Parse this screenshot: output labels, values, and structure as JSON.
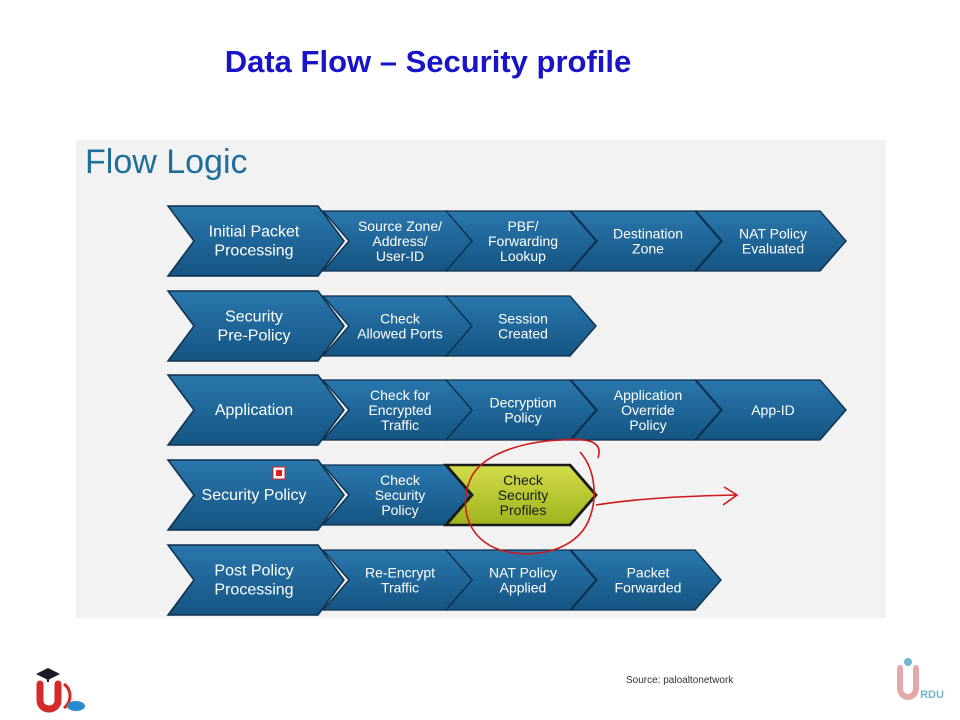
{
  "title": "Data Flow – Security profile",
  "heading": "Flow Logic",
  "source_note": "Source: paloaltonetwork",
  "colors": {
    "title": "#1a14c8",
    "heading": "#1d6f9a",
    "chevron": "#1a5a8c",
    "chevron_highlight": "#b5c92a",
    "annotation": "#d01818"
  },
  "rows": [
    {
      "head": [
        "Initial Packet",
        "Processing"
      ],
      "steps": [
        [
          "Source Zone/",
          "Address/",
          "User-ID"
        ],
        [
          "PBF/",
          "Forwarding",
          "Lookup"
        ],
        [
          "Destination",
          "Zone"
        ],
        [
          "NAT Policy",
          "Evaluated"
        ]
      ]
    },
    {
      "head": [
        "Security",
        "Pre-Policy"
      ],
      "steps": [
        [
          "Check",
          "Allowed Ports"
        ],
        [
          "Session",
          "Created"
        ]
      ]
    },
    {
      "head": [
        "Application"
      ],
      "steps": [
        [
          "Check for",
          "Encrypted",
          "Traffic"
        ],
        [
          "Decryption",
          "Policy"
        ],
        [
          "Application",
          "Override",
          "Policy"
        ],
        [
          "App-ID"
        ]
      ]
    },
    {
      "head": [
        "Security Policy"
      ],
      "steps": [
        [
          "Check",
          "Security",
          "Policy"
        ],
        [
          "Check",
          "Security",
          "Profiles"
        ]
      ],
      "highlight_step": 1
    },
    {
      "head": [
        "Post Policy",
        "Processing"
      ],
      "steps": [
        [
          "Re-Encrypt",
          "Traffic"
        ],
        [
          "NAT Policy",
          "Applied"
        ],
        [
          "Packet",
          "Forwarded"
        ]
      ]
    }
  ],
  "icons": {
    "logo_left": "u-logo-graduation-cap-icon",
    "logo_right": "urdu-logo-icon",
    "selection_marker": "selection-square-icon"
  }
}
